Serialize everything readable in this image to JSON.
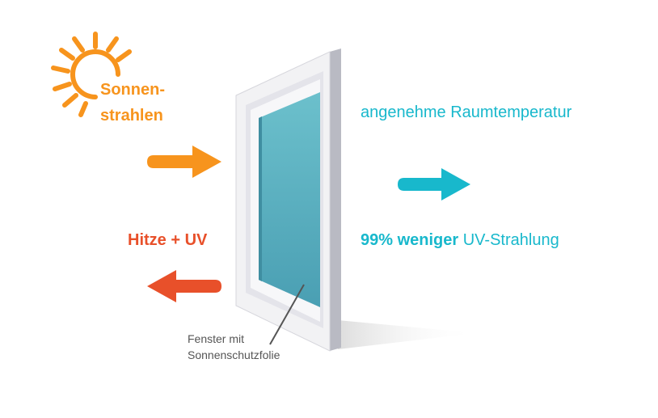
{
  "sun": {
    "label_line1": "Sonnen-",
    "label_line2": "strahlen",
    "color": "#f7941d"
  },
  "heat": {
    "label": "Hitze + UV",
    "color": "#e8502a"
  },
  "room": {
    "temperature_label": "angenehme Raumtemperatur",
    "uv_bold": "99% weniger",
    "uv_rest": "UV-Strahlung",
    "color": "#18b8cc"
  },
  "window": {
    "caption_line1": "Fenster mit",
    "caption_line2": "Sonnenschutzfolie",
    "glass_color": "#5ab3c3",
    "frame_color": "#f2f2f4"
  },
  "icons": [
    "sun-icon",
    "arrow-right-icon",
    "arrow-left-icon",
    "window-icon"
  ]
}
